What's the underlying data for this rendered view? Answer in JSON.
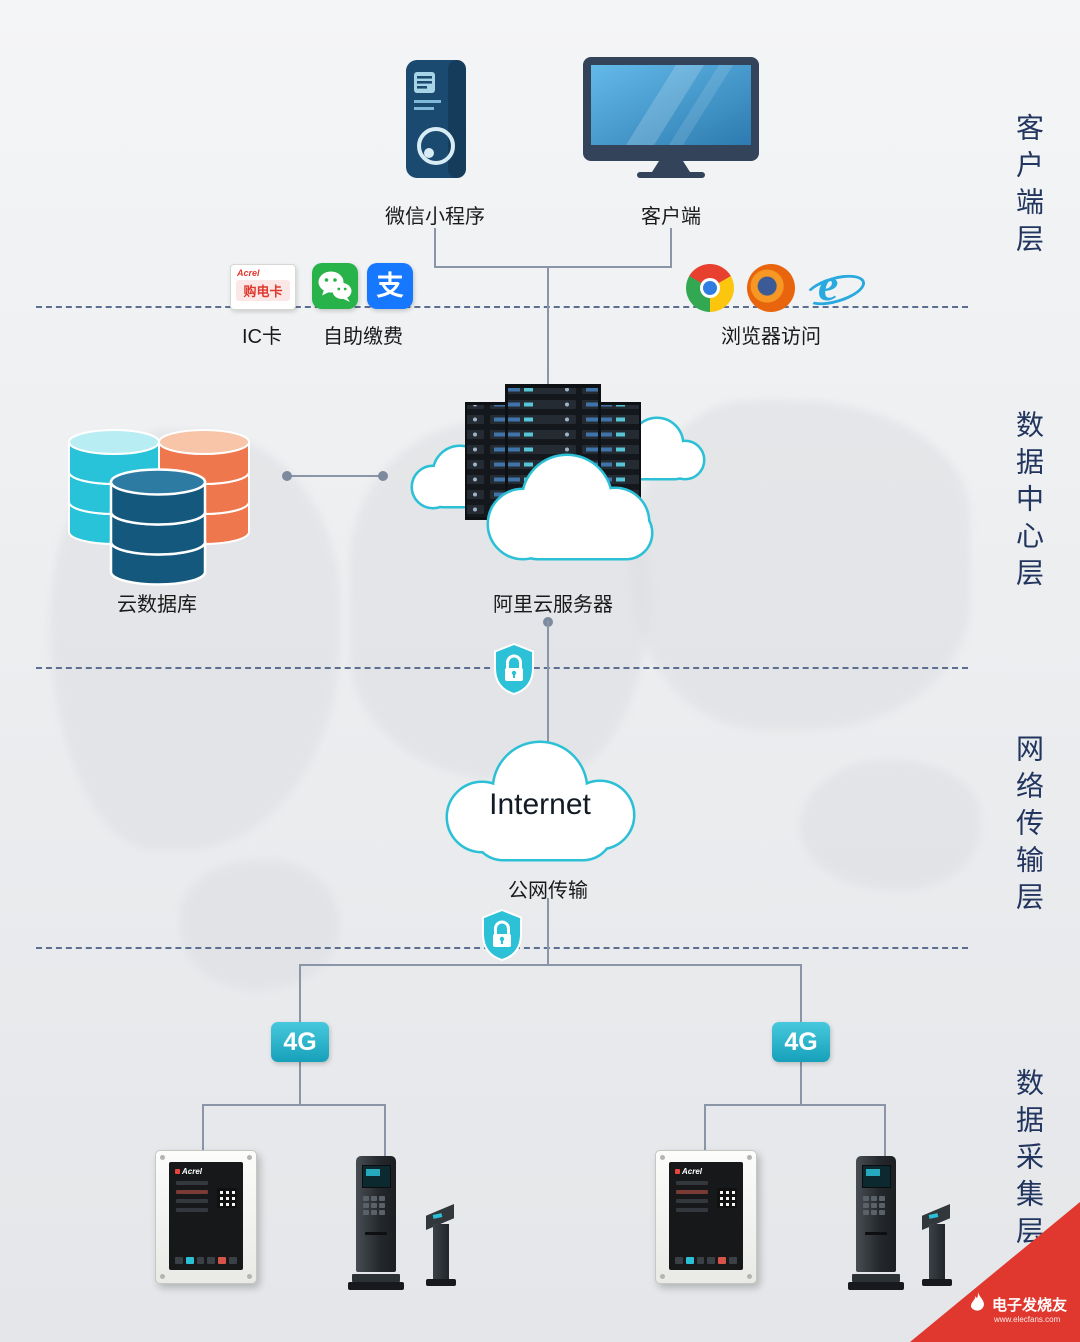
{
  "client_layer": {
    "layer_label": "客户端层",
    "wechat_miniprogram": "微信小程序",
    "client": "客户端",
    "ic_card": "IC卡",
    "self_service_payment": "自助缴费",
    "browser_access": "浏览器访问",
    "card_brand": "Acrel",
    "card_text": "购电卡",
    "alipay_glyph": "支"
  },
  "data_center_layer": {
    "layer_label": "数据中心层",
    "cloud_database": "云数据库",
    "aliyun_server": "阿里云服务器"
  },
  "network_layer": {
    "layer_label": "网络传输层",
    "internet": "Internet",
    "public_network": "公网传输"
  },
  "collection_layer": {
    "layer_label": "数据采集层",
    "badge_left": "4G",
    "badge_right": "4G",
    "device_brand_left": "Acrel",
    "device_brand_right": "Acrel"
  },
  "watermark": {
    "title": "电子发烧友",
    "url": "www.elecfans.com"
  },
  "colors": {
    "accent_cyan": "#2bc0d6",
    "navy_label": "#21355e",
    "line_gray": "#8a96a8",
    "separator_blue": "#5d6f91",
    "db_cyan": "#29c3d9",
    "db_orange": "#ef774d",
    "db_dark": "#15587d",
    "wechat_green": "#28b24a",
    "alipay_blue": "#1678ff",
    "badge_teal": "#17a0ba",
    "watermark_red": "#e0382e"
  }
}
